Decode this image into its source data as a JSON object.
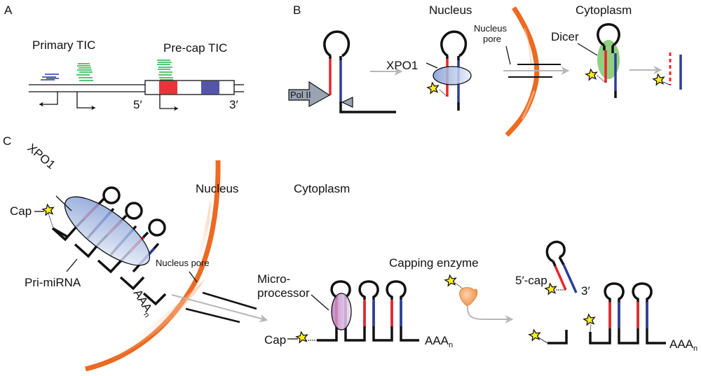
{
  "figure": {
    "panels": {
      "A": {
        "label": "A",
        "primary_tic": "Primary TIC",
        "precap_tic": "Pre-cap TIC",
        "five_prime": "5′",
        "three_prime": "3′",
        "colors": {
          "green_reads": "#22b04a",
          "blue_reads": "#2c3e99",
          "red_exon": "#e8353a",
          "blue_exon": "#5555a8"
        }
      },
      "B": {
        "label": "B",
        "nucleus": "Nucleus",
        "cytoplasm": "Cytoplasm",
        "nucleus_pore": "Nucleus pore",
        "nucleus_pore_line1": "Nucleus",
        "nucleus_pore_line2": "pore",
        "xpo1": "XPO1",
        "dicer": "Dicer",
        "pol2": "Pol II",
        "colors": {
          "membrane": "#ec6a22",
          "xpo1": "#9fb4e0",
          "dicer": "#7cc86a",
          "polii": "#9aa3b2"
        }
      },
      "C": {
        "label": "C",
        "xpo1": "XPO1",
        "cap": "Cap",
        "cap2": "Cap",
        "pri_mirna": "Pri-miRNA",
        "aaa": "AAA",
        "aaa_sub": "n",
        "nucleus": "Nucleus",
        "cytoplasm": "Cytoplasm",
        "nucleus_pore": "Nucleus pore",
        "microprocessor_line1": "Micro-",
        "microprocessor_line2": "processor",
        "capping_enzyme": "Capping enzyme",
        "five_prime_cap": "5′-cap",
        "three_prime": "3′",
        "colors": {
          "microprocessor": "#c98fc9",
          "capping_enzyme": "#f4a261"
        }
      }
    }
  }
}
